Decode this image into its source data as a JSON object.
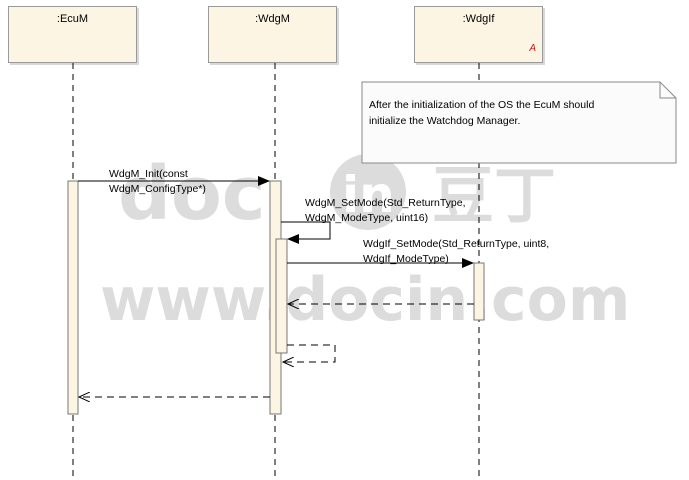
{
  "watermark": {
    "brand": "doc",
    "brand_in": "in",
    "brand_cn": "豆丁",
    "url": "www.docin.com"
  },
  "lifelines": [
    {
      "name": ":EcuM"
    },
    {
      "name": ":WdgM"
    },
    {
      "name": ":WdgIf",
      "marker": "A"
    }
  ],
  "note": {
    "line1": "After the initialization of the OS the EcuM should",
    "line2": "initialize the Watchdog Manager."
  },
  "messages": [
    {
      "line1": "WdgM_Init(const",
      "line2": "WdgM_ConfigType*)"
    },
    {
      "line1": "WdgM_SetMode(Std_ReturnType,",
      "line2": "WdgM_ModeType, uint16)"
    },
    {
      "line1": "WdgIf_SetMode(Std_ReturnType, uint8,",
      "line2": "WdgIf_ModeType)"
    }
  ],
  "colors": {
    "lifeline_fill": "#fcf5e4",
    "activation_fill": "#fcf5e4",
    "note_fill": "#fbfbfb",
    "abstract_marker": "#d01818",
    "watermark": "#dcdcdc"
  }
}
